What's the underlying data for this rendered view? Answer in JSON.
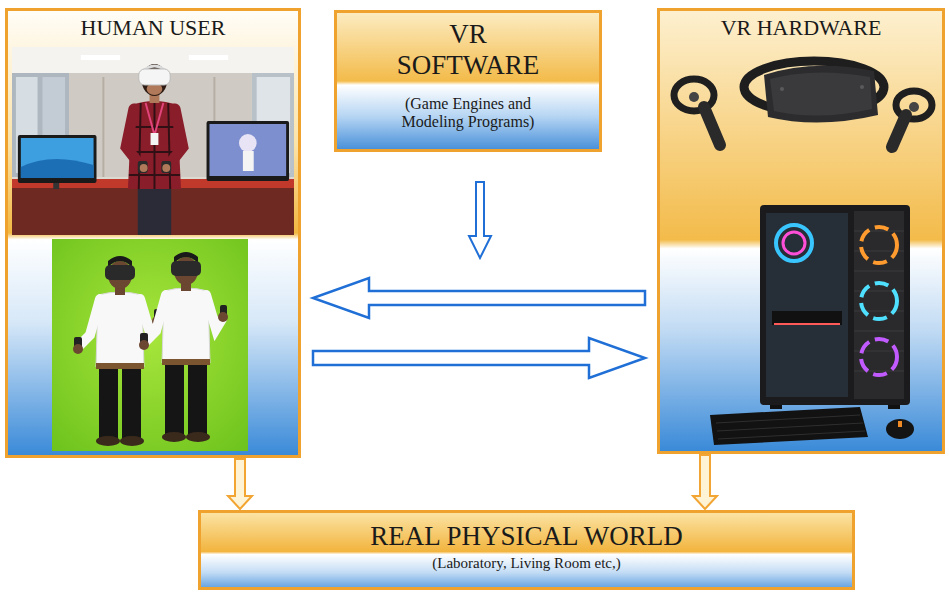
{
  "diagram": {
    "nodes": [
      {
        "text": [
          "HUMAN USER"
        ]
      },
      {
        "text": [
          "VR SOFTWARE",
          "(Game Engines and Modeling Programs)"
        ]
      },
      {
        "text": [
          "VR HARDWARE"
        ]
      },
      {
        "text": [
          "REAL PHYSICAL WORLD",
          "(Laboratory, Living Room etc,)"
        ]
      }
    ],
    "edges": [
      {
        "from": 2,
        "to": 0,
        "arrow": "to"
      },
      {
        "from": 0,
        "to": 2,
        "arrow": "to"
      },
      {
        "from": 0,
        "to": 3,
        "arrow": "to"
      },
      {
        "from": 2,
        "to": 3,
        "arrow": "to"
      }
    ]
  }
}
